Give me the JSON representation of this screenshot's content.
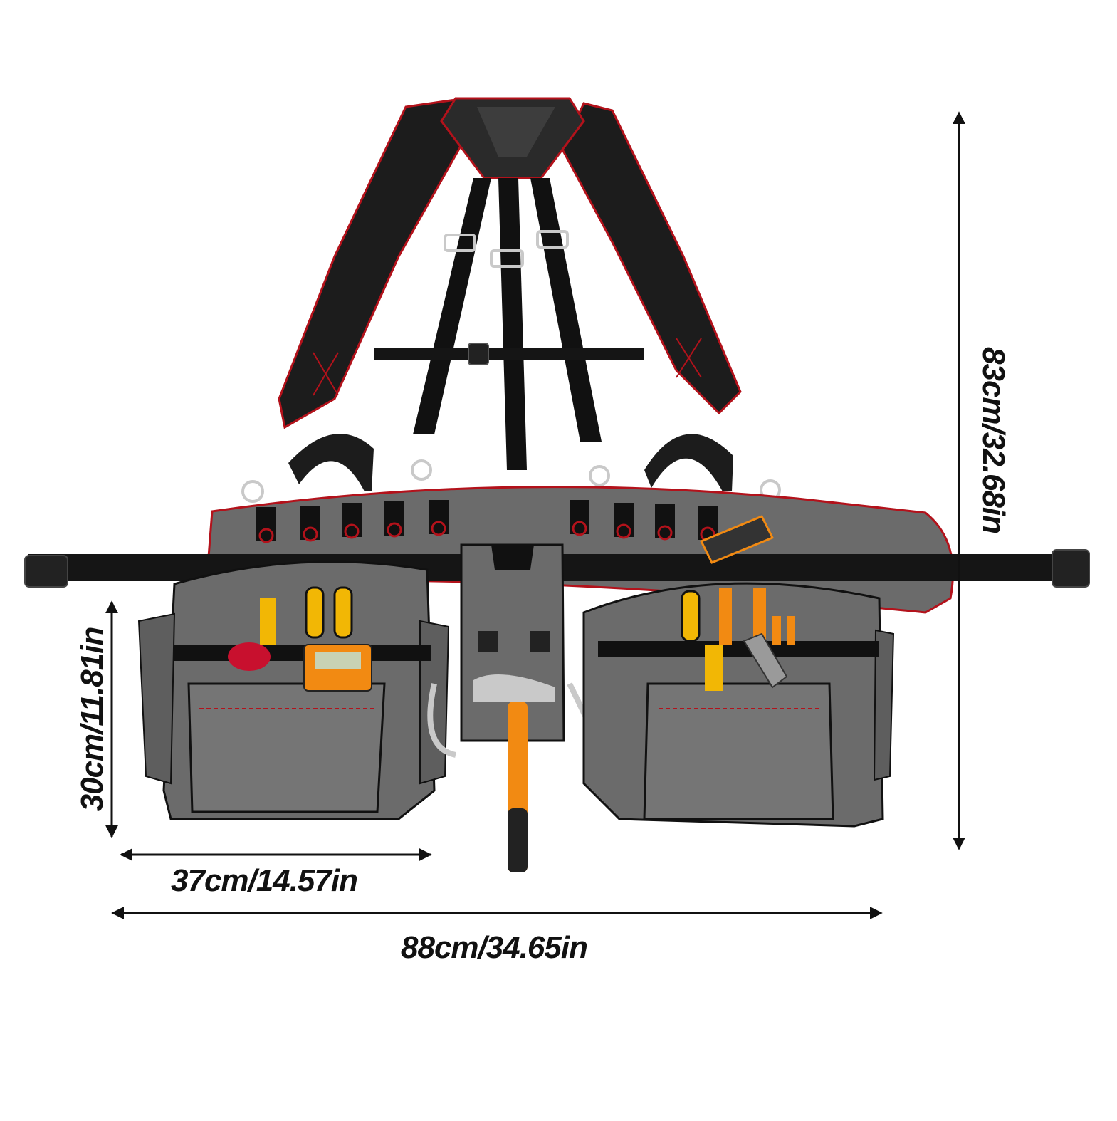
{
  "dimensions": {
    "pocket_width": "37cm/14.57in",
    "overall_width": "88cm/34.65in",
    "pocket_height": "30cm/11.81in",
    "overall_height": "83cm/32.68in"
  },
  "colors": {
    "fabric_gray": "#6b6b6b",
    "fabric_dark": "#1c1c1c",
    "stitch_red": "#b3121b",
    "tool_orange": "#f28a12",
    "tool_yellow": "#f2b705",
    "metal": "#c9c9c9",
    "arrow": "#111111"
  }
}
